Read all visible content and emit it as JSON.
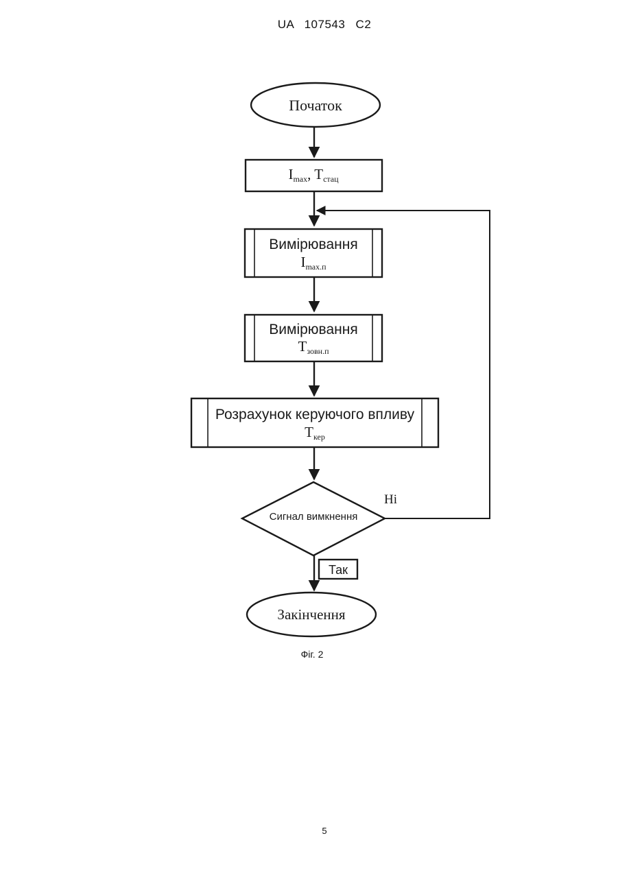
{
  "document": {
    "header": "UA 107543 C2",
    "figure_caption": "Фіг. 2",
    "page_number": "5"
  },
  "flowchart": {
    "start": "Початок",
    "input_block": {
      "text_1": "I",
      "sub_1": "max",
      "separator": ", ",
      "text_2": "T",
      "sub_2": "стац"
    },
    "measure_current": {
      "title": "Вимірювання",
      "symbol": "I",
      "subscript": "max.п"
    },
    "measure_temperature": {
      "title": "Вимірювання",
      "symbol": "T",
      "subscript": "зовн.п"
    },
    "calculation": {
      "title": "Розрахунок керуючого впливу",
      "symbol": "T",
      "subscript": "кер"
    },
    "decision": {
      "question": "Сигнал вимкнення",
      "no_label": "Ні",
      "yes_label": "Так"
    },
    "end": "Закінчення"
  }
}
